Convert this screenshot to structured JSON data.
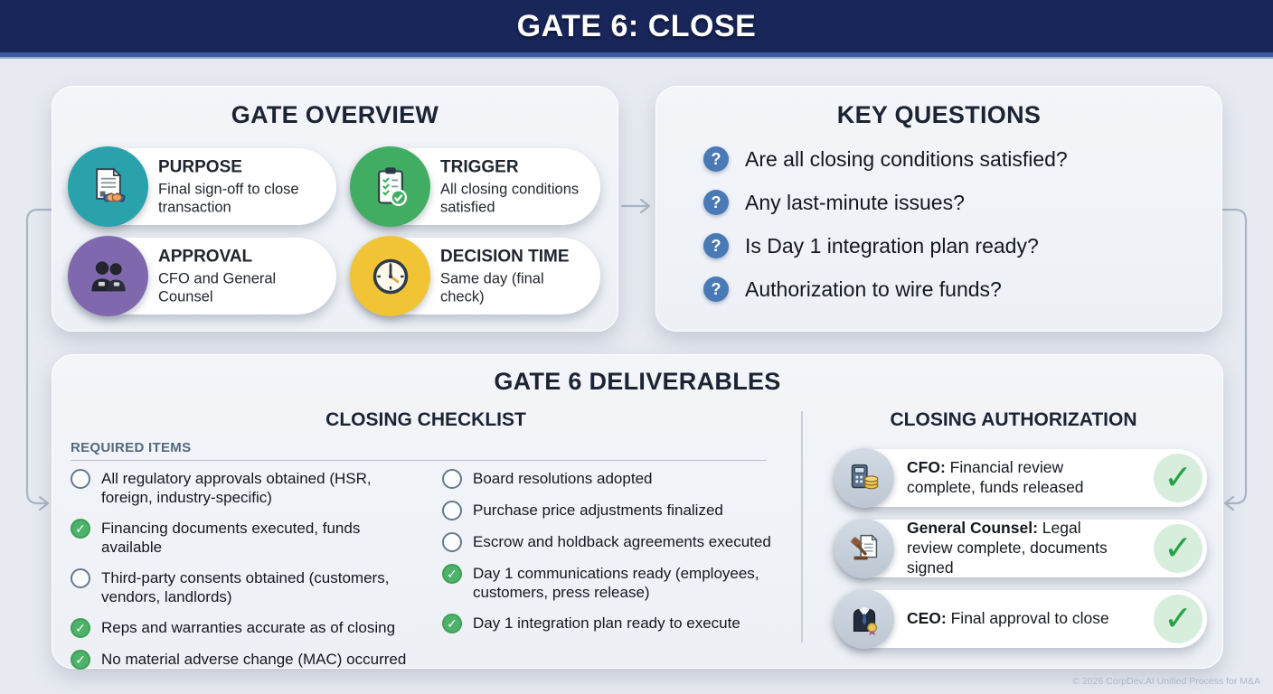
{
  "header": {
    "title": "GATE 6: CLOSE"
  },
  "overview": {
    "title": "GATE OVERVIEW",
    "items": [
      {
        "title": "PURPOSE",
        "desc": "Final sign-off to close transaction",
        "icon": "document-handshake-icon",
        "accent": "#29a2ac"
      },
      {
        "title": "TRIGGER",
        "desc": "All closing conditions satisfied",
        "icon": "clipboard-checklist-icon",
        "accent": "#41ad62"
      },
      {
        "title": "APPROVAL",
        "desc": "CFO and General Counsel",
        "icon": "executives-people-icon",
        "accent": "#7f68ad"
      },
      {
        "title": "DECISION TIME",
        "desc": "Same day (final check)",
        "icon": "clock-icon",
        "accent": "#f0c434"
      }
    ]
  },
  "questions": {
    "title": "KEY QUESTIONS",
    "icon": "question-mark-icon",
    "items": [
      "Are all closing conditions satisfied?",
      "Any last-minute issues?",
      "Is Day 1 integration plan ready?",
      "Authorization to wire funds?"
    ]
  },
  "deliverables": {
    "title": "GATE 6 DELIVERABLES",
    "checklist": {
      "title": "CLOSING CHECKLIST",
      "section_label": "REQUIRED ITEMS",
      "left": [
        {
          "text": "All regulatory approvals obtained (HSR, foreign, industry-specific)",
          "state": "unchecked"
        },
        {
          "text": "Financing documents executed, funds available",
          "state": "checked"
        },
        {
          "text": "Third-party consents obtained (customers, vendors, landlords)",
          "state": "unchecked"
        },
        {
          "text": "Reps and warranties accurate as of closing",
          "state": "checked"
        },
        {
          "text": "No material adverse change (MAC) occurred",
          "state": "checked"
        }
      ],
      "right": [
        {
          "text": "Board resolutions adopted",
          "state": "unchecked"
        },
        {
          "text": "Purchase price adjustments finalized",
          "state": "unchecked"
        },
        {
          "text": "Escrow and holdback agreements executed",
          "state": "unchecked"
        },
        {
          "text": "Day 1 communications ready (employees, customers, press release)",
          "state": "checked"
        },
        {
          "text": "Day 1 integration plan ready to execute",
          "state": "checked"
        }
      ]
    },
    "authorization": {
      "title": "CLOSING AUTHORIZATION",
      "items": [
        {
          "role": "CFO:",
          "text": " Financial review complete, funds released",
          "icon": "calculator-coins-icon",
          "status": "approved"
        },
        {
          "role": "General Counsel:",
          "text": " Legal review complete, documents signed",
          "icon": "gavel-document-icon",
          "status": "approved"
        },
        {
          "role": "CEO:",
          "text": " Final approval to close",
          "icon": "executive-suit-icon",
          "status": "approved"
        }
      ]
    }
  },
  "footer": {
    "copyright": "© 2026 CorpDev.AI Unified Process for M&A"
  },
  "palette": {
    "header_navy": "#18265a",
    "header_band": "#3c5c9c",
    "background": "#e7eaf1",
    "card_bg": "#f1f3f7",
    "teal": "#29a2ac",
    "green": "#41ad62",
    "purple": "#7f68ad",
    "yellow": "#f0c434",
    "question_blue": "#4a7ab5",
    "checked_green": "#4db36a",
    "unchecked_border": "#67788f",
    "approved_check": "#27a346",
    "connector_gray": "#aab5c5"
  }
}
